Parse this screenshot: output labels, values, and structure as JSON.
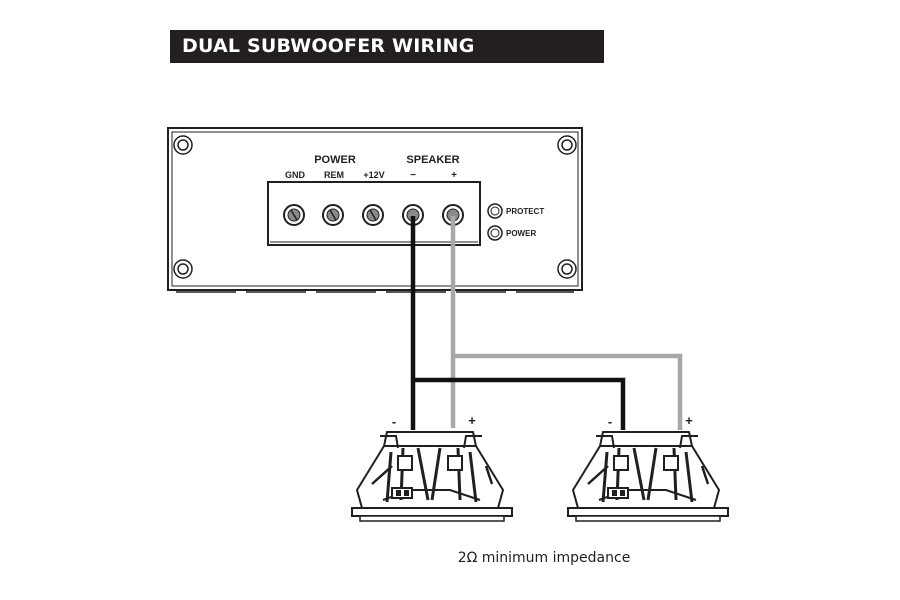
{
  "title": "DUAL SUBWOOFER WIRING CONFIGURATION",
  "amplifier": {
    "power_group_label": "POWER",
    "speaker_group_label": "SPEAKER",
    "terminals": [
      "GND",
      "REM",
      "+12V",
      "−",
      "+"
    ],
    "indicators": [
      "PROTECT",
      "POWER"
    ]
  },
  "subwoofers": [
    {
      "minus_label": "-",
      "plus_label": "+"
    },
    {
      "minus_label": "-",
      "plus_label": "+"
    }
  ],
  "wire_colors": {
    "negative": "#111111",
    "positive": "#a8a8a8"
  },
  "caption": "2Ω minimum impedance"
}
